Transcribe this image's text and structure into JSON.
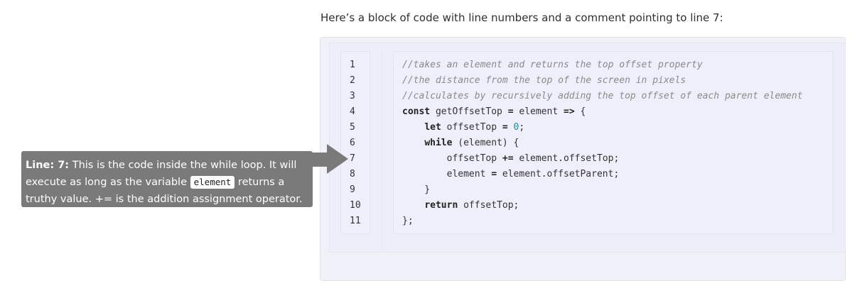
{
  "intro_text": "Here’s a block of code with line numbers and a comment pointing to line 7:",
  "line_numbers": [
    "1",
    "2",
    "3",
    "4",
    "5",
    "6",
    "7",
    "8",
    "9",
    "10",
    "11"
  ],
  "code": {
    "l1": "//takes an element and returns the top offset property",
    "l2": "//the distance from the top of the screen in pixels",
    "l3": "//calculates by recursively adding the top offset of each parent element",
    "l4_kw": "const",
    "l4_rest": " getOffsetTop ",
    "l4_op": "=",
    "l4_rest2": " element ",
    "l4_op2": "=>",
    "l4_rest3": " {",
    "l5_indent": "    ",
    "l5_kw": "let",
    "l5_rest": " offsetTop ",
    "l5_op": "=",
    "l5_sp": " ",
    "l5_num": "0",
    "l5_end": ";",
    "l6_indent": "    ",
    "l6_kw": "while",
    "l6_rest": " (element) {",
    "l7_indent": "        ",
    "l7_a": "offsetTop ",
    "l7_op": "+=",
    "l7_b": " element.offsetTop;",
    "l8_indent": "        ",
    "l8_a": "element ",
    "l8_op": "=",
    "l8_b": " element.offsetParent;",
    "l9": "    }",
    "l10_indent": "    ",
    "l10_kw": "return",
    "l10_rest": " offsetTop;",
    "l11": "};"
  },
  "tooltip": {
    "label": "Line: 7:",
    "text1": " This is the code inside the while loop. It will execute as long as the variable ",
    "code_word": "element",
    "text2": " returns a truthy value. += is the addition assignment operator."
  }
}
